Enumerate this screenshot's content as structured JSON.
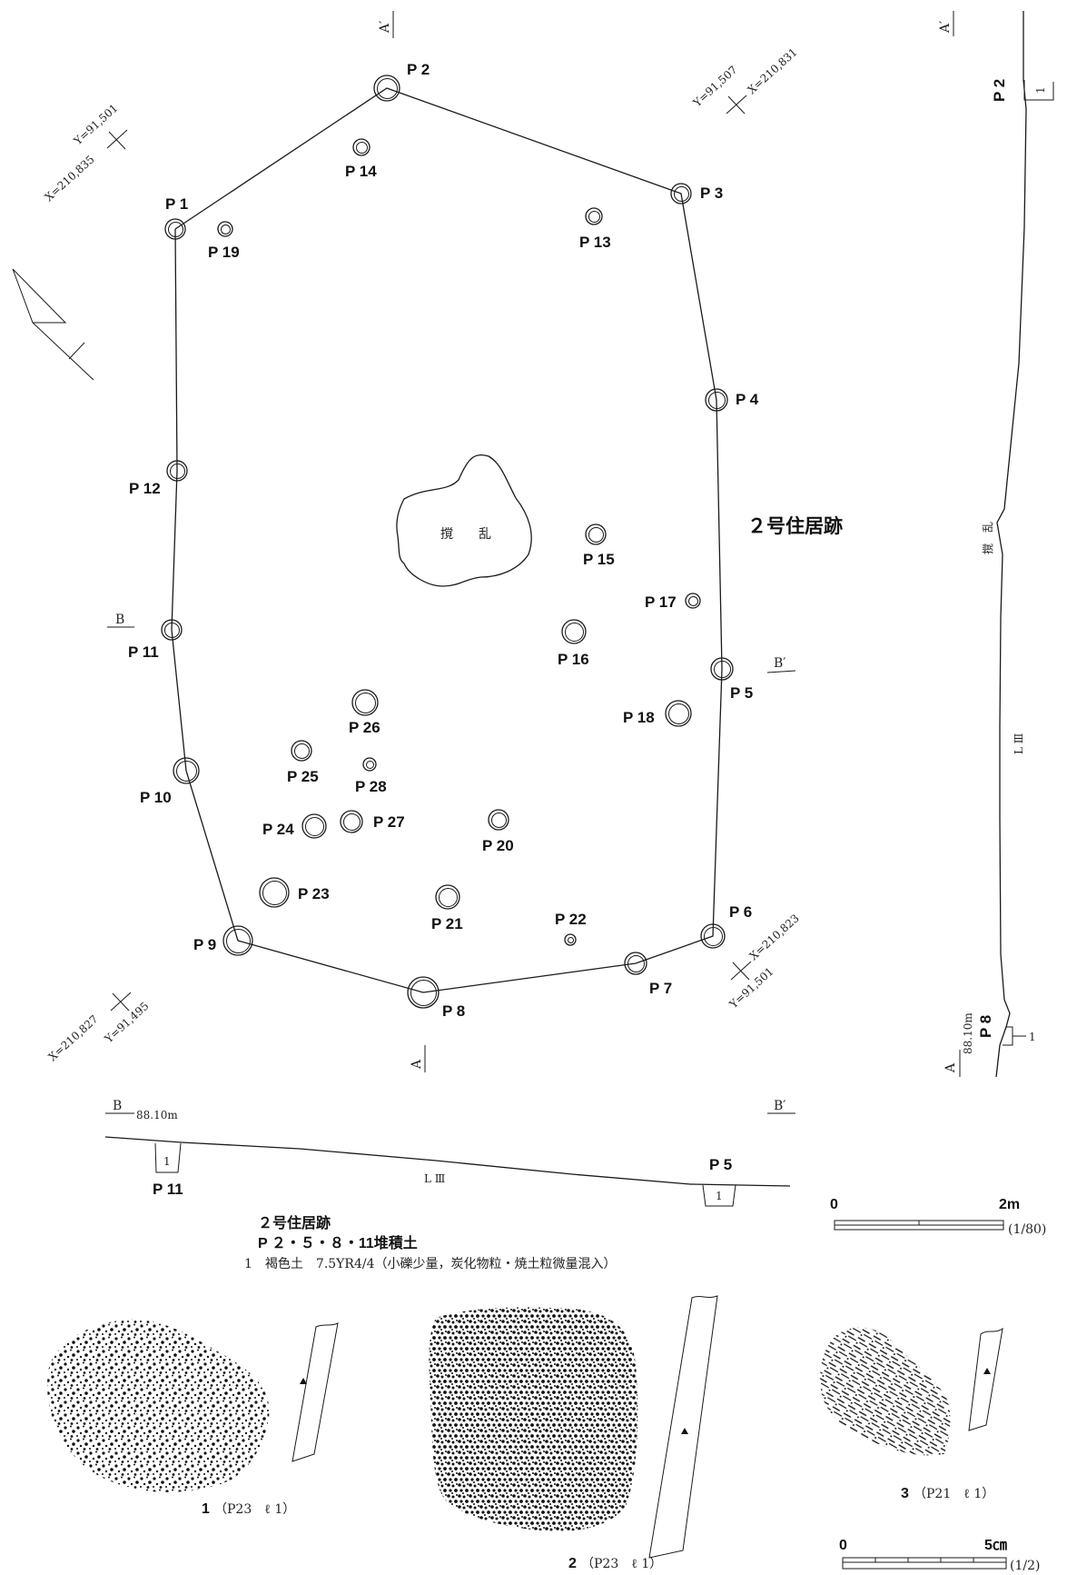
{
  "plan": {
    "title": "２号住居跡",
    "disturbance_label": "撹　　乱",
    "section_a_start": "A",
    "section_a_end": "A′",
    "section_b_start": "B",
    "section_b_end": "B′",
    "coords": {
      "nw_y": "Y=91,501",
      "nw_x": "X=210,835",
      "ne_y": "Y=91,507",
      "ne_x": "X=210,831",
      "sw_x": "X=210,827",
      "sw_y": "Y=91,495",
      "se_x": "X=210,823",
      "se_y": "Y=91,501"
    },
    "pits": {
      "P1": "P 1",
      "P2": "P 2",
      "P3": "P 3",
      "P4": "P 4",
      "P5": "P 5",
      "P6": "P 6",
      "P7": "P 7",
      "P8": "P 8",
      "P9": "P 9",
      "P10": "P 10",
      "P11": "P 11",
      "P12": "P 12",
      "P13": "P 13",
      "P14": "P 14",
      "P15": "P 15",
      "P16": "P 16",
      "P17": "P 17",
      "P18": "P 18",
      "P19": "P 19",
      "P20": "P 20",
      "P21": "P 21",
      "P22": "P 22",
      "P23": "P 23",
      "P24": "P 24",
      "P25": "P 25",
      "P26": "P 26",
      "P27": "P 27",
      "P28": "P 28"
    }
  },
  "section_aa": {
    "start": "A",
    "end": "A′",
    "elevation": "88.10m",
    "pit_top": "P 2",
    "pit_bottom": "P 8",
    "layer_top": "1",
    "layer_bottom": "1",
    "disturbance": "撹　乱",
    "soil_layer": "L Ⅲ"
  },
  "section_bb": {
    "start": "B",
    "end": "B′",
    "elevation": "88.10m",
    "pit_left": "P 11",
    "pit_right": "P 5",
    "layer_left": "1",
    "layer_right": "1",
    "soil_layer": "L Ⅲ"
  },
  "legend": {
    "title": "２号住居跡",
    "subtitle": "P ２・５・８・11堆積土",
    "entry": "1　褐色土　7.5YR4/4（小礫少量，炭化物粒・焼土粒微量混入）"
  },
  "scale_plan": {
    "zero": "0",
    "max": "2m",
    "ratio": "(1/80)"
  },
  "scale_artifact": {
    "zero": "0",
    "max": "5㎝",
    "ratio": "(1/2)"
  },
  "artifacts": [
    {
      "number": "1",
      "context": "（P23　ℓ 1）"
    },
    {
      "number": "2",
      "context": "（P23　ℓ 1）"
    },
    {
      "number": "3",
      "context": "（P21　ℓ 1）"
    }
  ],
  "colors": {
    "ink": "#1a1a1a",
    "background": "#ffffff"
  }
}
